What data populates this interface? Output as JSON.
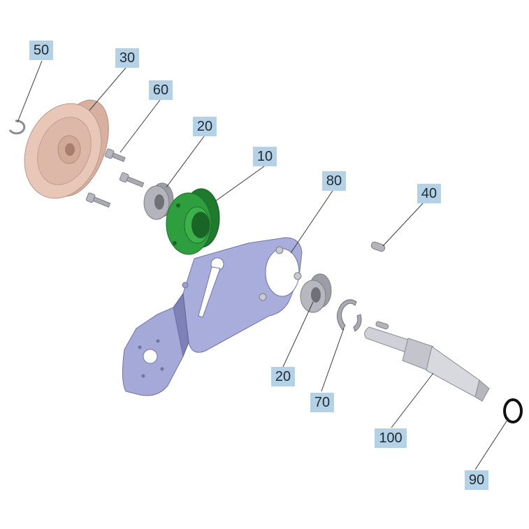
{
  "diagram": {
    "type": "exploded-parts-diagram",
    "callouts": [
      {
        "id": "c50",
        "label": "50",
        "part": "retaining-ring-small"
      },
      {
        "id": "c30",
        "label": "30",
        "part": "pulley"
      },
      {
        "id": "c60",
        "label": "60",
        "part": "cap-screws"
      },
      {
        "id": "c20a",
        "label": "20",
        "part": "bearing"
      },
      {
        "id": "c10",
        "label": "10",
        "part": "flange-housing"
      },
      {
        "id": "c80",
        "label": "80",
        "part": "mounting-plate"
      },
      {
        "id": "c40",
        "label": "40",
        "part": "key"
      },
      {
        "id": "c20b",
        "label": "20",
        "part": "bearing"
      },
      {
        "id": "c70",
        "label": "70",
        "part": "circlip"
      },
      {
        "id": "c100",
        "label": "100",
        "part": "shaft"
      },
      {
        "id": "c90",
        "label": "90",
        "part": "o-ring"
      }
    ],
    "colors": {
      "callout_bg": "#b4d1e6",
      "plate": "#a7abd9",
      "plate_dark": "#8589bd",
      "pulley": "#e6c2b3",
      "pulley_dark": "#c8a08f",
      "housing": "#2f9e3f",
      "housing_dark": "#1d6f2b",
      "steel": "#a9aab2",
      "steel_dark": "#7d7e86",
      "ring": "#111111"
    }
  }
}
